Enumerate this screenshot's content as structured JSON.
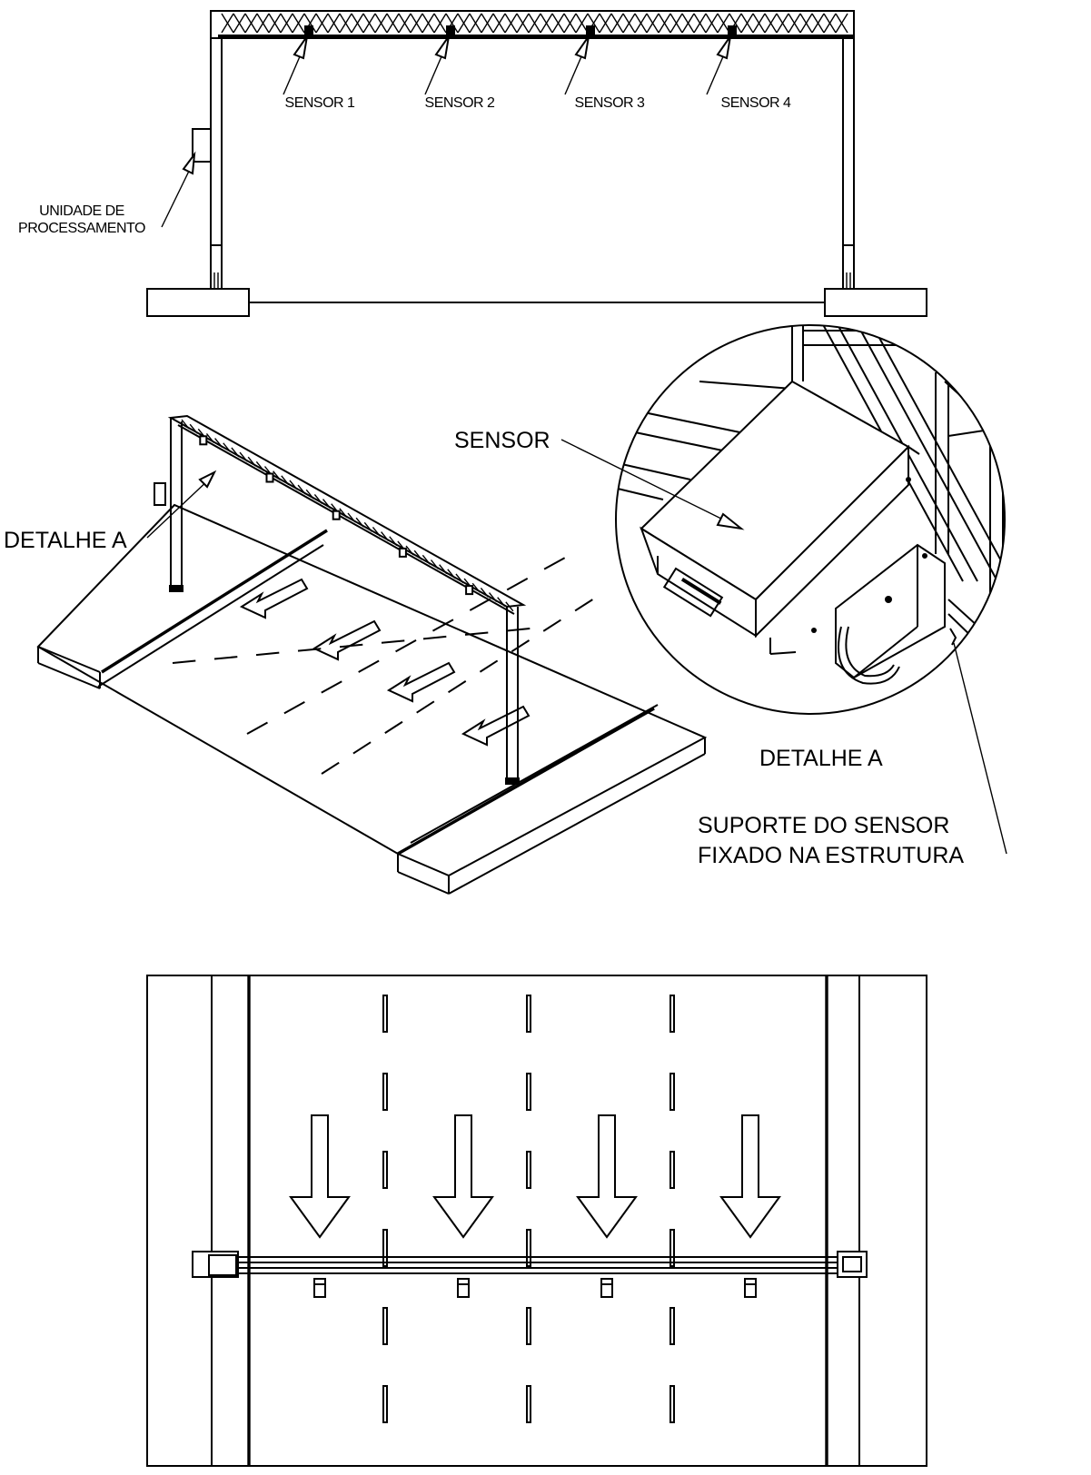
{
  "front_view": {
    "sensor_labels": [
      "SENSOR 1",
      "SENSOR 2",
      "SENSOR 3",
      "SENSOR 4"
    ],
    "processing_unit_label_line1": "UNIDADE DE",
    "processing_unit_label_line2": "PROCESSAMENTO"
  },
  "iso_view": {
    "detail_callout": "DETALHE  A",
    "sensor_label": "SENSOR",
    "detail_title": "DETALHE  A",
    "support_label_line1": "SUPORTE DO SENSOR",
    "support_label_line2": "FIXADO NA ESTRUTURA"
  },
  "plan_view": {
    "lane_count": 4,
    "sensor_count": 4
  }
}
